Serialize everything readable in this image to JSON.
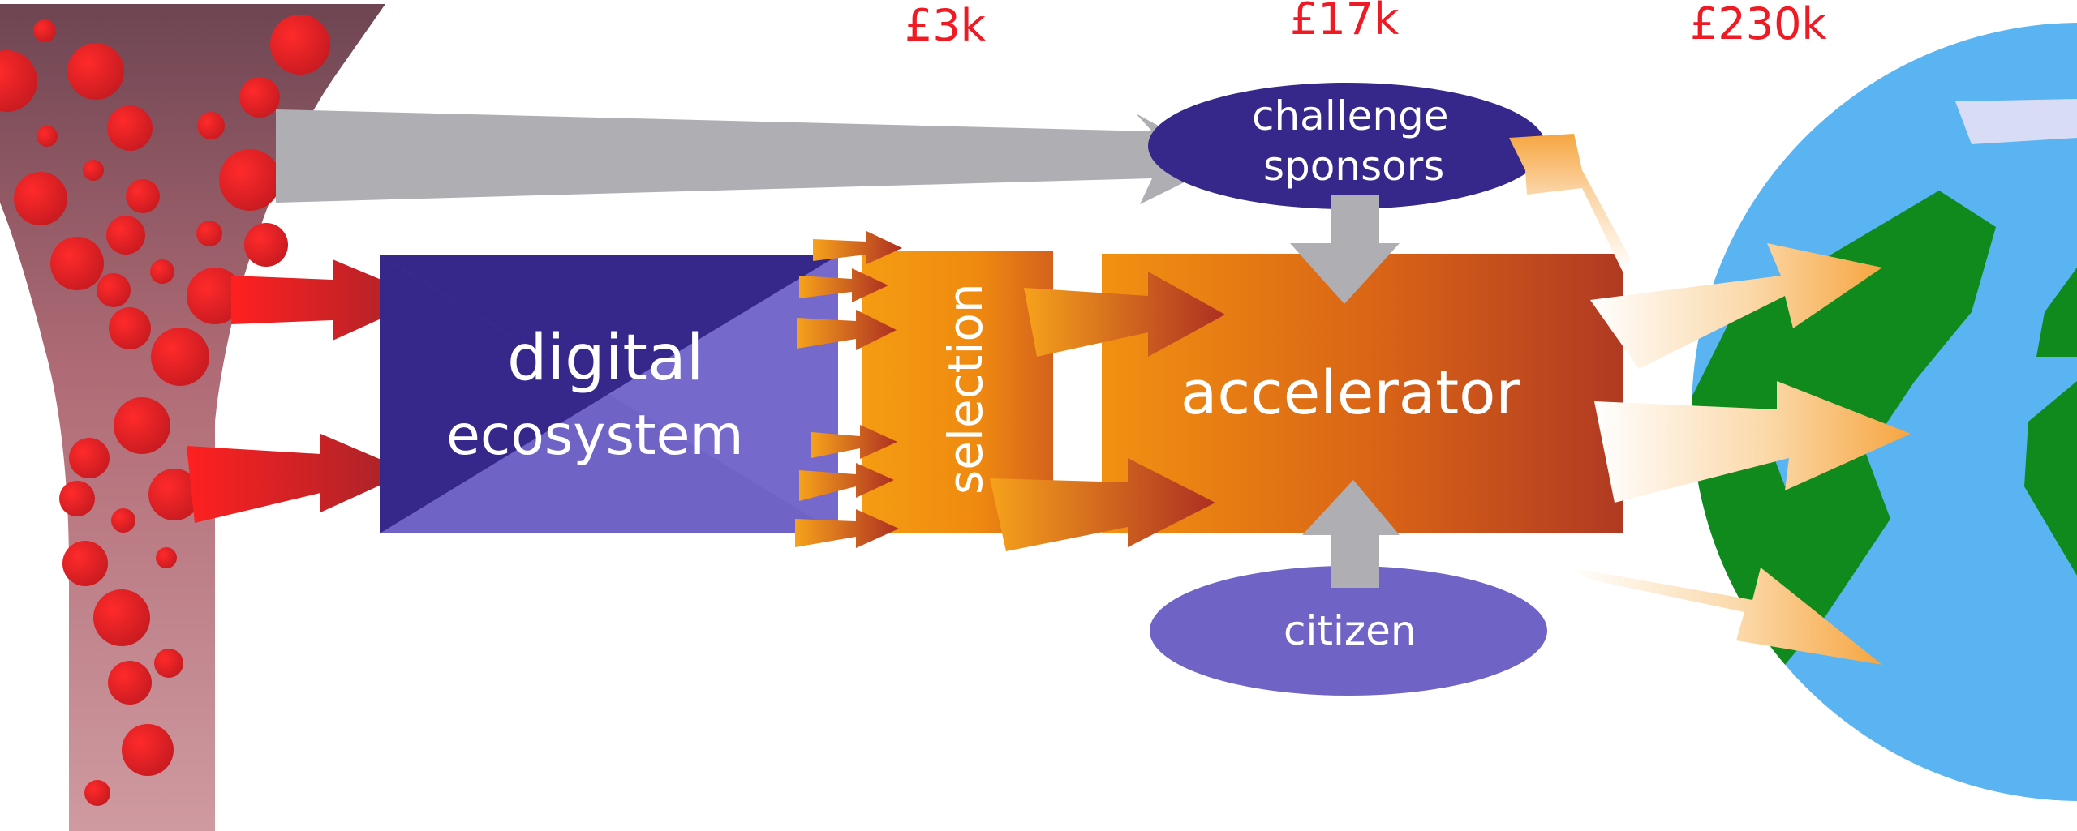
{
  "prices": {
    "stage1": "£3k",
    "stage2": "£17k",
    "stage3": "£230k"
  },
  "boxes": {
    "digital_ecosystem": [
      "digital",
      "ecosystem"
    ],
    "selection": "selection",
    "accelerator": "accelerator"
  },
  "ellipses": {
    "challenge_sponsors": [
      "challenge",
      "sponsors"
    ],
    "citizen": "citizen"
  },
  "colors": {
    "price_red": "#ee1b24",
    "ecosystem_dark": "#35288a",
    "ecosystem_light": "#6f63c6",
    "selection_orange": "#f29111",
    "accelerator_dark": "#b43a1e",
    "grey_arrow": "#aeaeb3",
    "ocean": "#5ab4f2",
    "land": "#108a1c"
  }
}
